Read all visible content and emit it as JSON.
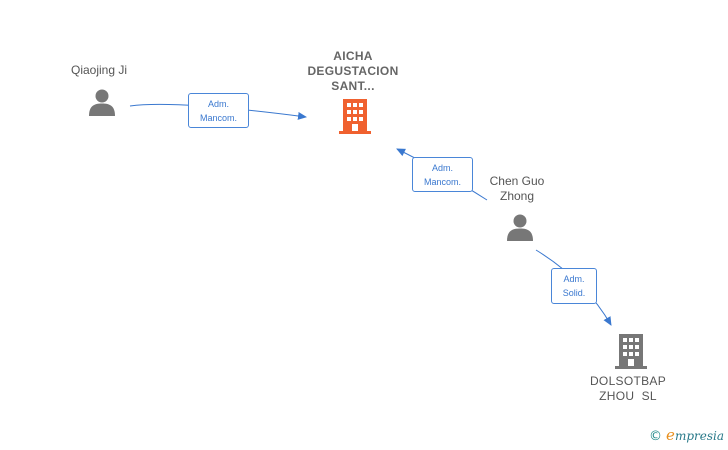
{
  "nodes": {
    "qiaojing_ji": {
      "name": "Qiaojing Ji"
    },
    "aicha": {
      "name_lines": [
        "AICHA",
        "DEGUSTACION",
        "SANT..."
      ]
    },
    "chen_guo_zhong": {
      "name_lines": [
        "Chen Guo",
        "Zhong"
      ]
    },
    "dolsotbap": {
      "name_lines": [
        "DOLSOTBAP",
        "ZHOU  SL"
      ]
    }
  },
  "edges": [
    {
      "from": "qiaojing_ji",
      "to": "aicha",
      "label_lines": [
        "Adm.",
        "Mancom."
      ]
    },
    {
      "from": "chen_guo_zhong",
      "to": "aicha",
      "label_lines": [
        "Adm.",
        "Mancom."
      ]
    },
    {
      "from": "chen_guo_zhong",
      "to": "dolsotbap",
      "label_lines": [
        "Adm.",
        "Solid."
      ]
    }
  ],
  "colors": {
    "edge": "#3a78cf",
    "person_icon": "#777777",
    "main_company_icon": "#f0612f",
    "company_icon": "#777777"
  },
  "icons": {
    "person": "person-icon",
    "company": "building-icon"
  },
  "brand": {
    "copyright": "©",
    "initial": "e",
    "rest": "mpresia"
  }
}
